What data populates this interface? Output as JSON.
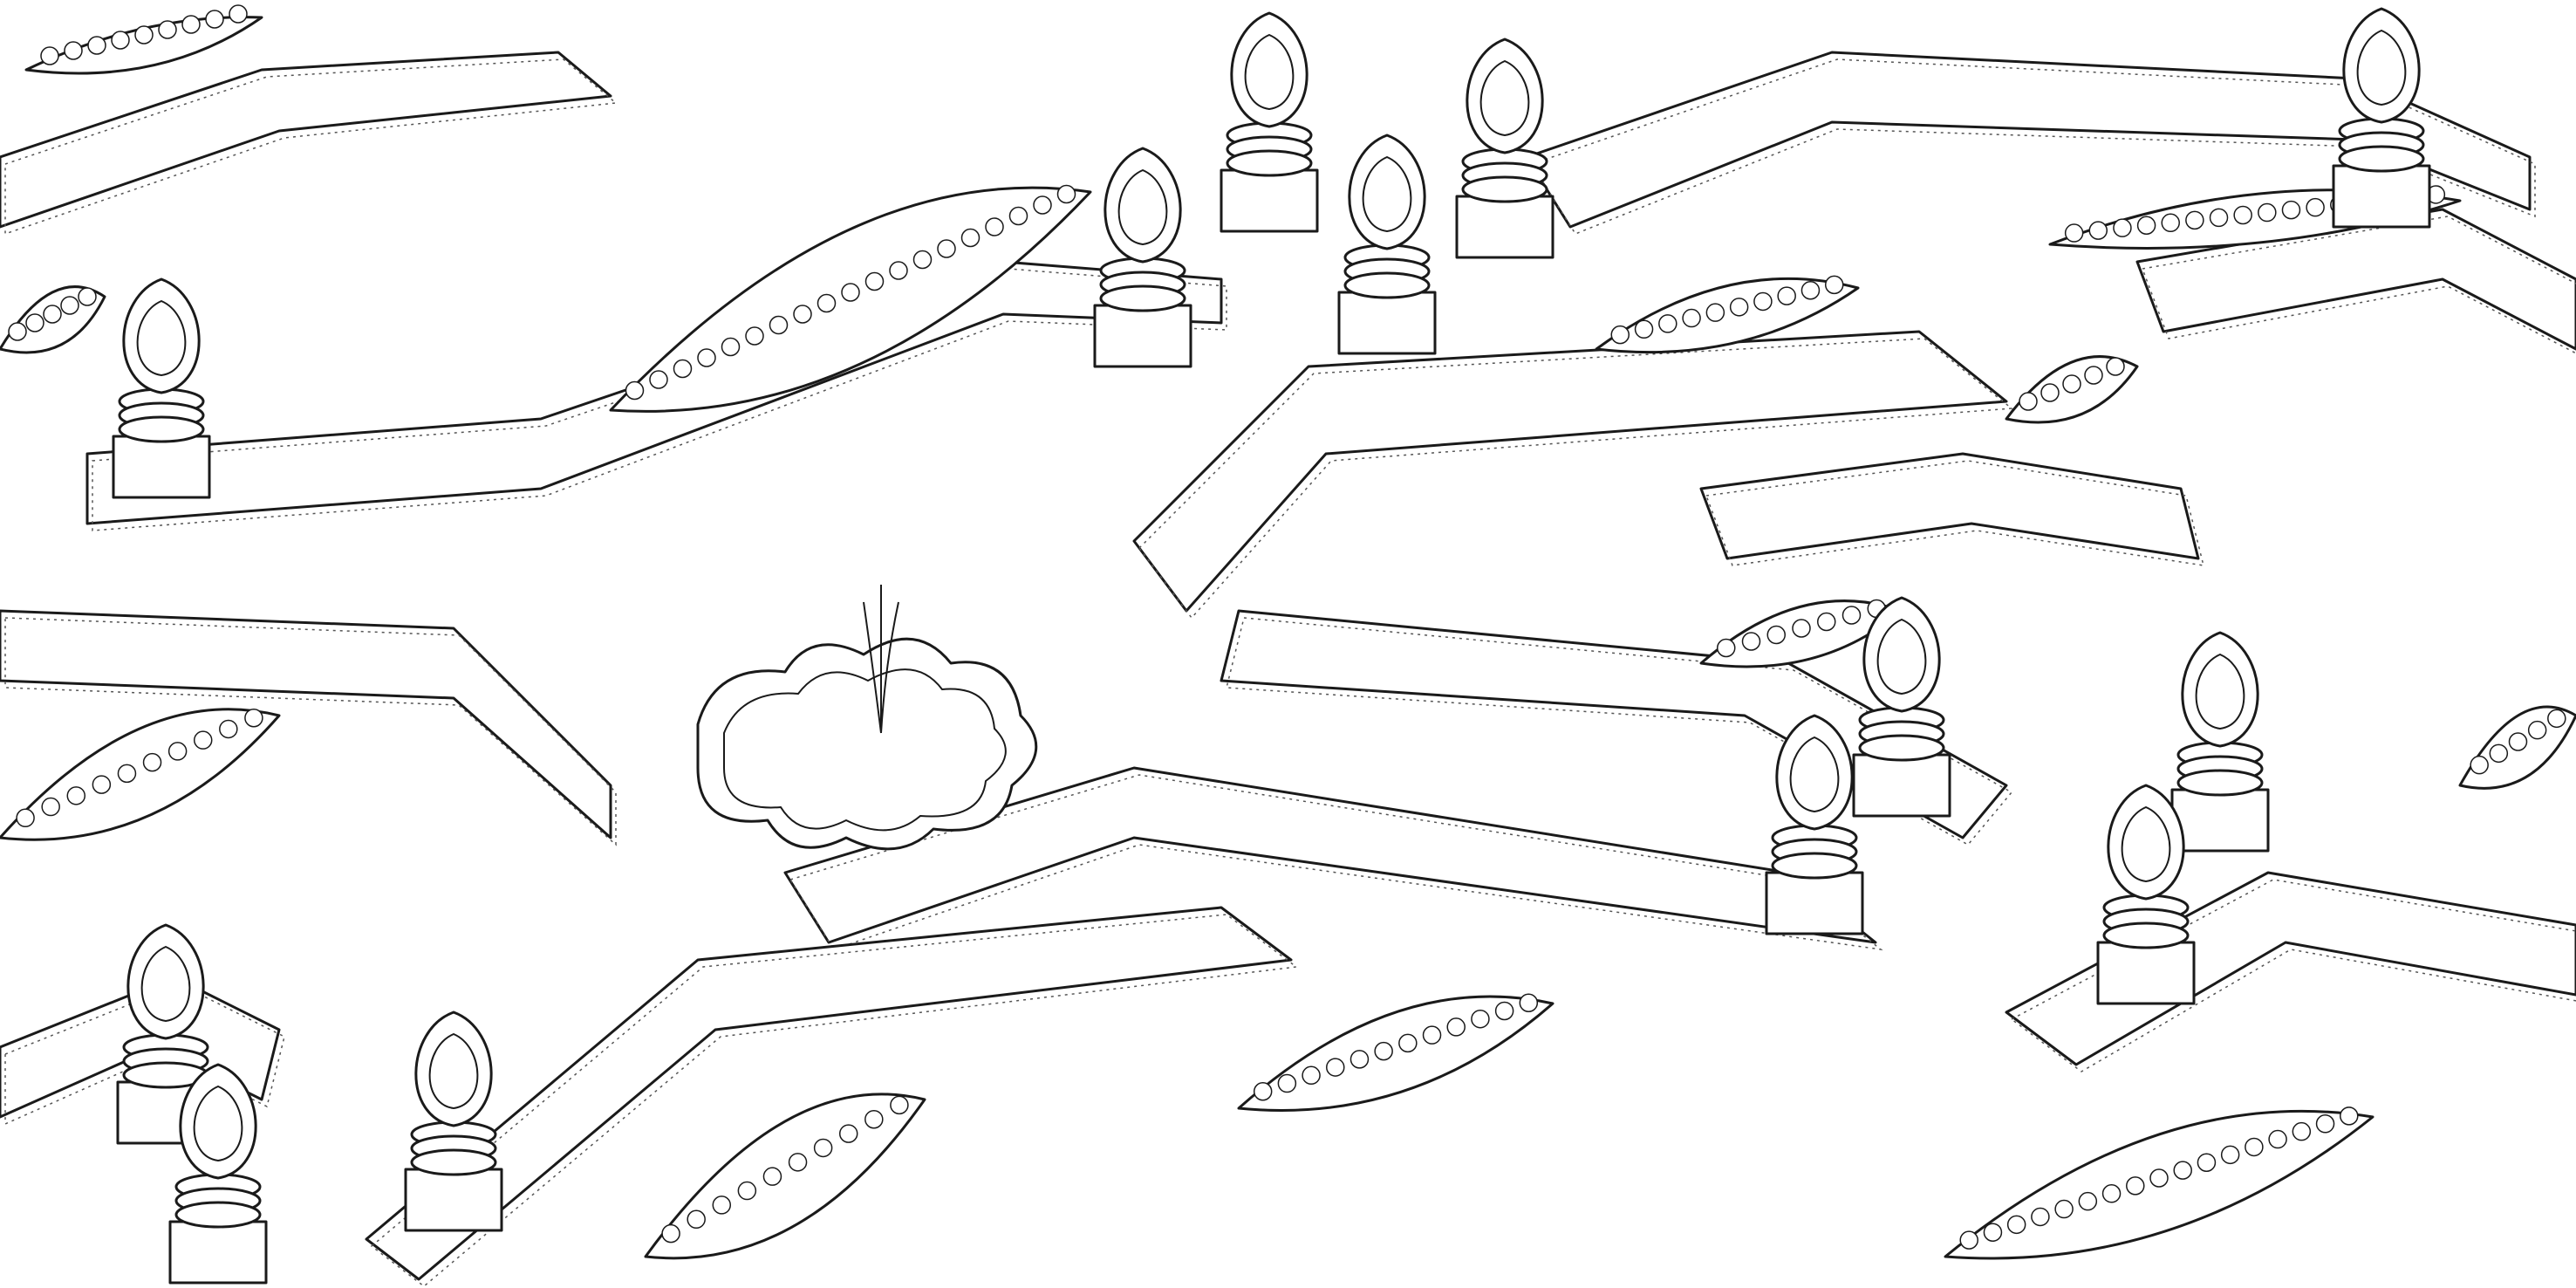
{
  "colors": {
    "line": "#1a1a1a",
    "background": "#ffffff",
    "dotted": "#555555"
  },
  "icons": [
    "hedge-wall",
    "flower-bed",
    "finial-post",
    "fountain-pool"
  ]
}
